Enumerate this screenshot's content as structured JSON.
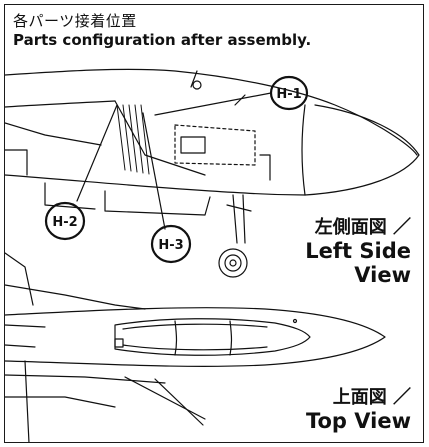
{
  "header": {
    "title_jp": "各パーツ接着位置",
    "title_en": "Parts configuration after assembly."
  },
  "callouts": [
    {
      "id": "h1",
      "label": "H-1"
    },
    {
      "id": "h2",
      "label": "H-2"
    },
    {
      "id": "h3",
      "label": "H-3"
    }
  ],
  "left_view": {
    "label_jp": "左側面図 ／",
    "label_en_line1": "Left Side",
    "label_en_line2": "View"
  },
  "top_view": {
    "label_jp": "上面図 ／",
    "label_en": "Top View"
  },
  "colors": {
    "line": "#111111",
    "paper": "#ffffff"
  }
}
